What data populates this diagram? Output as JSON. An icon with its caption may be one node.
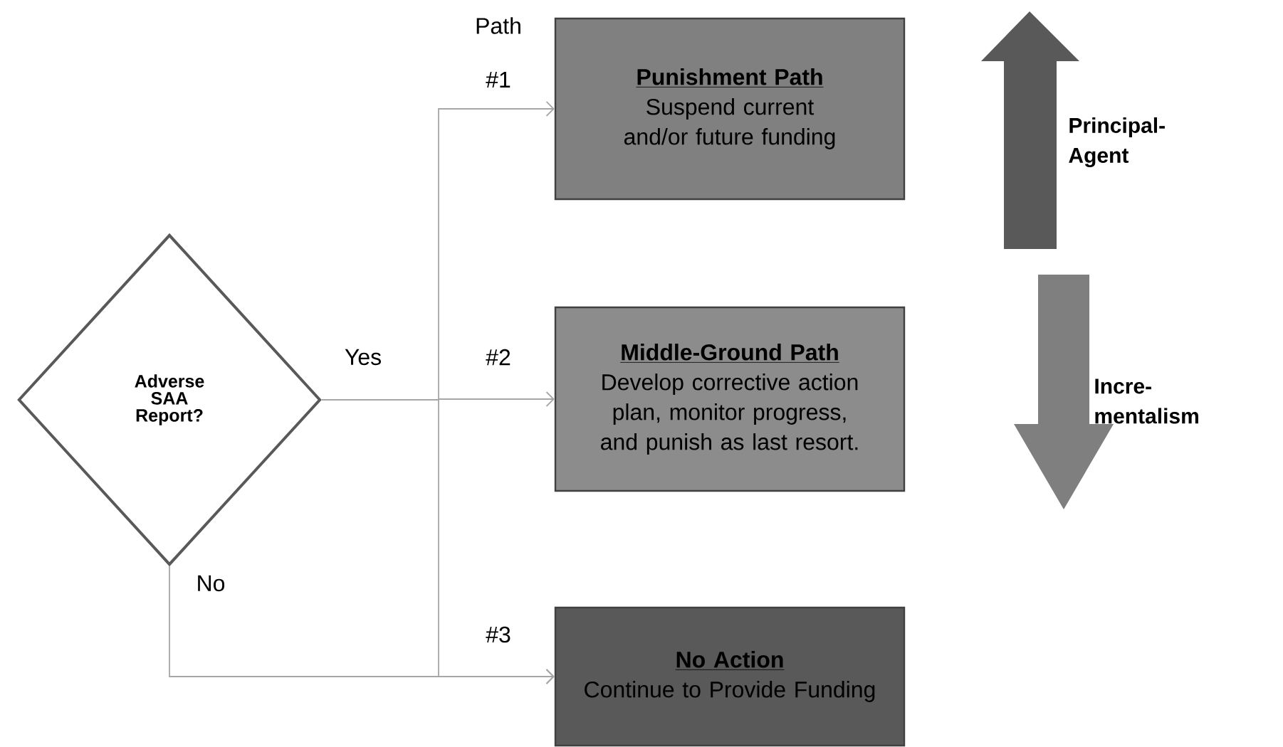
{
  "diagram": {
    "nodes": [
      {
        "text": [
          "Adverse SAA Report?"
        ]
      },
      {
        "text": [
          "Punishment Path",
          "Suspend current and/or future funding"
        ]
      },
      {
        "text": [
          "Middle-Ground Path",
          "Develop corrective action plan, monitor progress, and punish as last resort."
        ]
      },
      {
        "text": [
          "No Action",
          "Continue to Provide Funding"
        ]
      }
    ],
    "edges": [
      {
        "from": 0,
        "to": 1,
        "arrow": "to"
      },
      {
        "from": 0,
        "to": 2,
        "arrow": "to",
        "label": "Yes"
      },
      {
        "from": 0,
        "to": 3,
        "arrow": "to"
      },
      {
        "from": 0,
        "to": 3,
        "arrow": "to",
        "label": "No"
      }
    ],
    "labels": [
      "Path",
      "#1",
      "Principal-Agent",
      "#2",
      "Incre-mentalism",
      "#3"
    ]
  }
}
